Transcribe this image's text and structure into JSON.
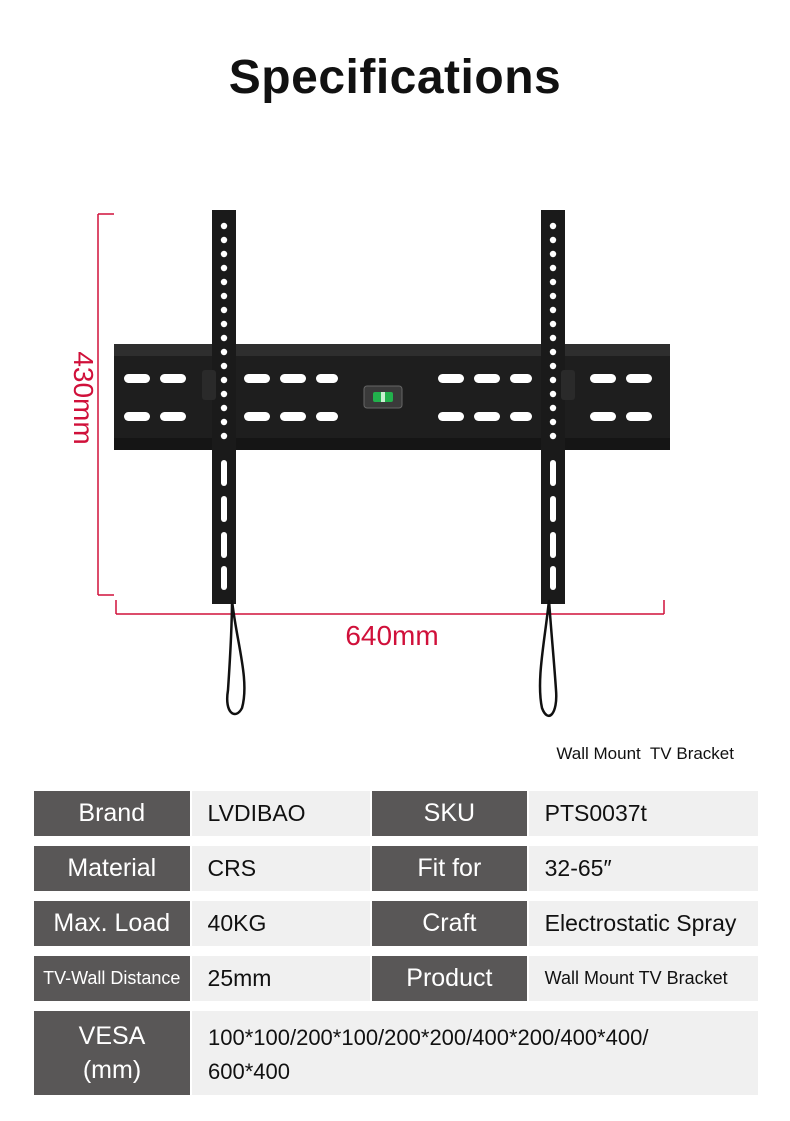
{
  "title": "Specifications",
  "dimensions": {
    "height": "430mm",
    "width": "640mm"
  },
  "caption": "Wall Mount  TV Bracket",
  "colors": {
    "dimension_red": "#d0103a",
    "label_bg": "#595757",
    "value_bg": "#f0f0f0",
    "bracket": "#1e1e1e"
  },
  "specs": {
    "rows": [
      {
        "label": "Brand",
        "value": "LVDIBAO",
        "label2": "SKU",
        "value2": "PTS0037t"
      },
      {
        "label": "Material",
        "value": "CRS",
        "label2": "Fit for",
        "value2": "32-65″"
      },
      {
        "label": "Max. Load",
        "value": "40KG",
        "label2": "Craft",
        "value2": "Electrostatic Spray"
      },
      {
        "label": "TV-Wall Distance",
        "value": "25mm",
        "label2": "Product",
        "value2": "Wall Mount TV Bracket"
      }
    ],
    "vesa": {
      "label_line1": "VESA",
      "label_line2": "(mm)",
      "value_line1": "100*100/200*100/200*200/400*200/400*400/",
      "value_line2": "600*400"
    }
  }
}
